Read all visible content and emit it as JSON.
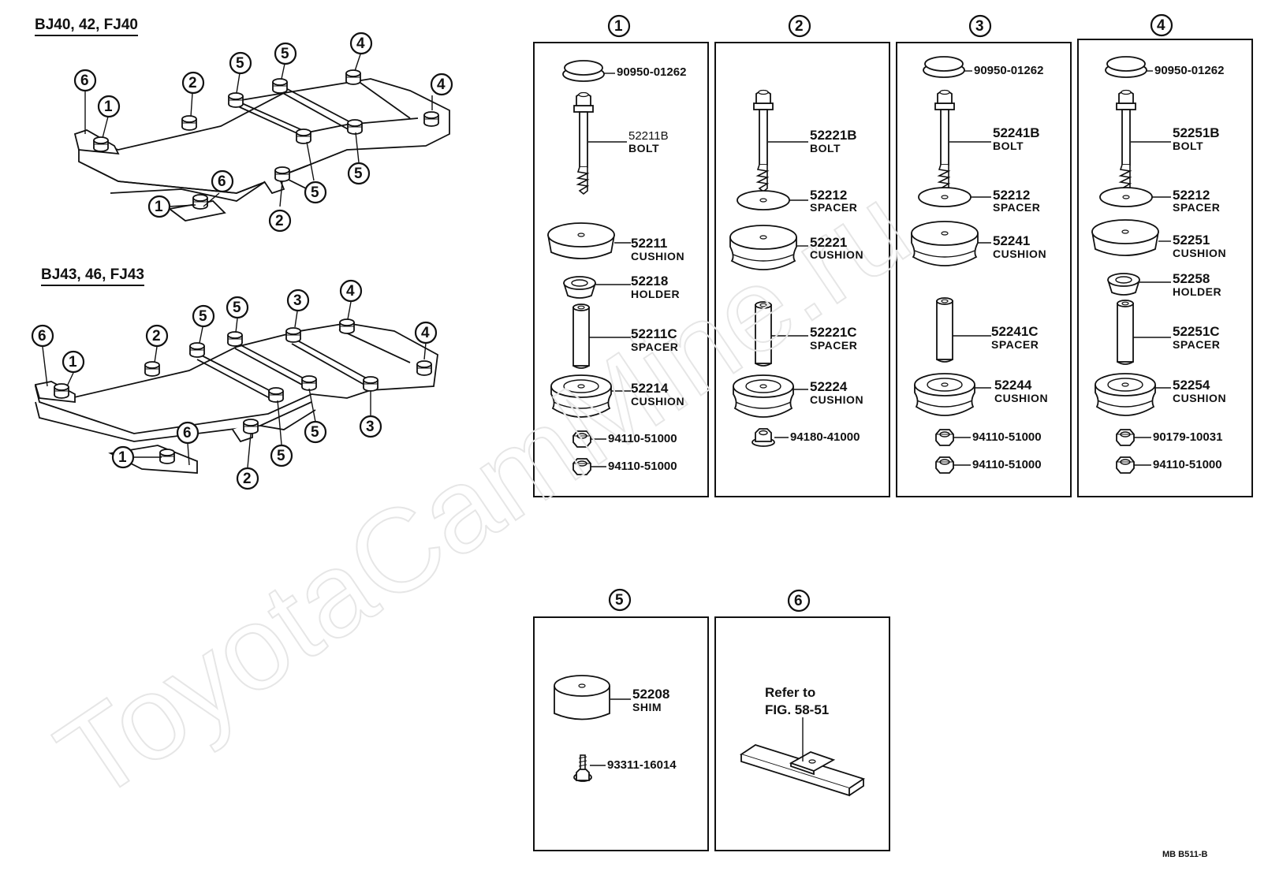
{
  "watermark": "ToyotaCamMine.ru",
  "diagram": {
    "frames": [
      {
        "title": "BJ40, 42, FJ40"
      },
      {
        "title": "BJ43, 46, FJ43"
      }
    ],
    "columns": [
      {
        "index": "1",
        "bolt_number": "52211B",
        "bolt_label": "BOLT",
        "cap": "90950-01262",
        "cushion_top_number": "52211",
        "cushion_top_label": "CUSHION",
        "holder_number": "52218",
        "holder_label": "HOLDER",
        "spacer_number": "52211C",
        "spacer_label": "SPACER",
        "cushion_bottom_number": "52214",
        "cushion_bottom_label": "CUSHION",
        "nuts": [
          "94110-51000",
          "94110-51000"
        ]
      },
      {
        "index": "2",
        "bolt_number": "52221B",
        "bolt_label": "BOLT",
        "washer_number": "52212",
        "washer_label": "SPACER",
        "cushion_top_number": "52221",
        "cushion_top_label": "CUSHION",
        "spacer_number": "52221C",
        "spacer_label": "SPACER",
        "cushion_bottom_number": "52224",
        "cushion_bottom_label": "CUSHION",
        "nuts": [
          "94180-41000"
        ]
      },
      {
        "index": "3",
        "bolt_number": "52241B",
        "bolt_label": "BOLT",
        "cap": "90950-01262",
        "washer_number": "52212",
        "washer_label": "SPACER",
        "cushion_top_number": "52241",
        "cushion_top_label": "CUSHION",
        "spacer_number": "52241C",
        "spacer_label": "SPACER",
        "cushion_bottom_number": "52244",
        "cushion_bottom_label": "CUSHION",
        "nuts": [
          "94110-51000",
          "94110-51000"
        ]
      },
      {
        "index": "4",
        "bolt_number": "52251B",
        "bolt_label": "BOLT",
        "cap": "90950-01262",
        "washer_number": "52212",
        "washer_label": "SPACER",
        "cushion_top_number": "52251",
        "cushion_top_label": "CUSHION",
        "holder_number": "52258",
        "holder_label": "HOLDER",
        "spacer_number": "52251C",
        "spacer_label": "SPACER",
        "cushion_bottom_number": "52254",
        "cushion_bottom_label": "CUSHION",
        "nuts": [
          "90179-10031",
          "94110-51000"
        ]
      }
    ],
    "box5": {
      "index": "5",
      "shim_number": "52208",
      "shim_label": "SHIM",
      "screw": "93311-16014"
    },
    "box6": {
      "index": "6",
      "note_line1": "Refer to",
      "note_line2": "FIG. 58-51"
    },
    "footer": "MB  B511-B"
  }
}
